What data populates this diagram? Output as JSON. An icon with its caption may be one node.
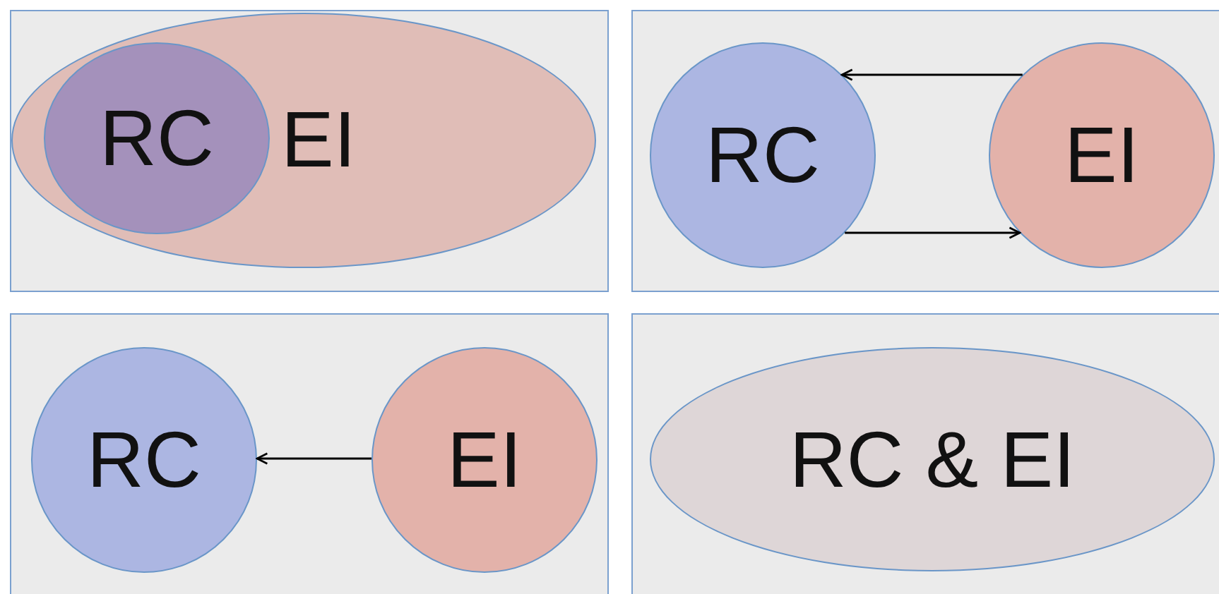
{
  "diagram": {
    "nodes": [
      {
        "text": [],
        "shape": "box"
      },
      {
        "text": [
          "EI"
        ],
        "in": 0
      },
      {
        "text": [
          "RC"
        ],
        "in": 1
      },
      {
        "text": [],
        "shape": "box"
      },
      {
        "text": [
          "RC"
        ],
        "in": 3
      },
      {
        "text": [
          "EI"
        ],
        "in": 3
      },
      {
        "text": [],
        "shape": "box"
      },
      {
        "text": [
          "RC"
        ],
        "in": 6
      },
      {
        "text": [
          "EI"
        ],
        "in": 6
      },
      {
        "text": [],
        "shape": "box"
      },
      {
        "text": [
          "RC & EI"
        ],
        "in": 9
      }
    ],
    "edges": [
      {
        "from": 5,
        "to": 4,
        "arrow": "to"
      },
      {
        "from": 4,
        "to": 5,
        "arrow": "to"
      },
      {
        "from": 8,
        "to": 7,
        "arrow": "to"
      }
    ]
  }
}
